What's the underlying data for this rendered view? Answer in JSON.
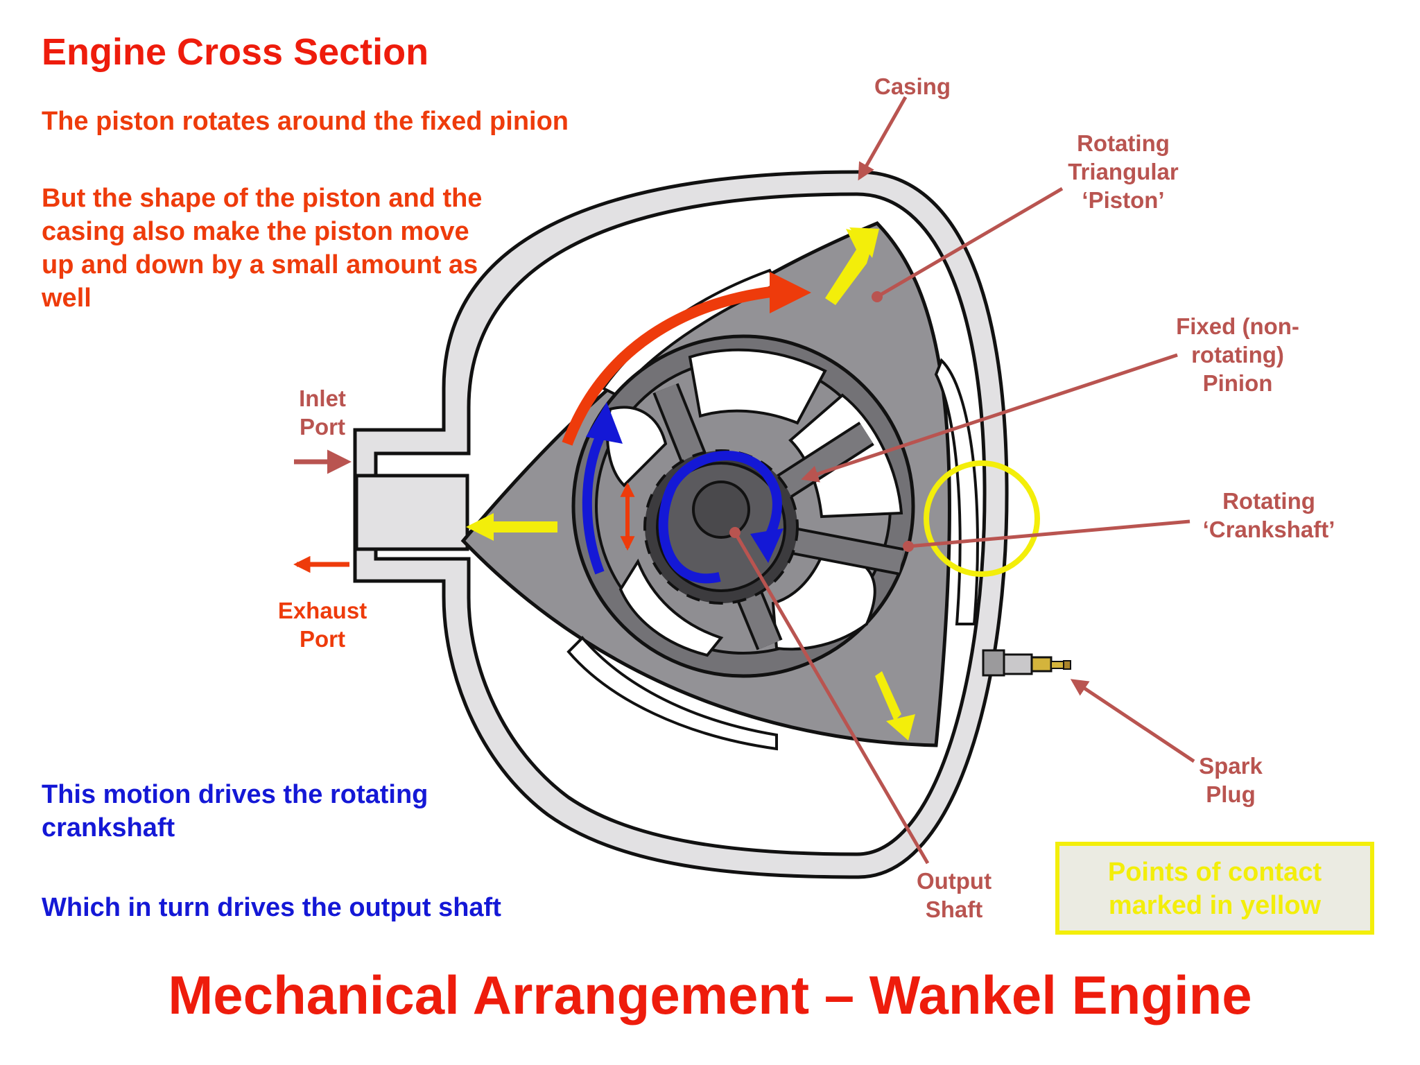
{
  "heading": "Engine Cross Section",
  "description": {
    "line1": "The piston rotates around the fixed pinion",
    "para": "But the shape of the piston and the casing also make the piston move up and down by a small amount as well",
    "blue1": "This motion drives the rotating crankshaft",
    "blue2": "Which in turn drives the output shaft"
  },
  "labels": {
    "casing": "Casing",
    "piston": [
      "Rotating",
      "Triangular",
      "‘Piston’"
    ],
    "pinion": [
      "Fixed (non-",
      "rotating)",
      "Pinion"
    ],
    "crankshaft": [
      "Rotating",
      "‘Crankshaft’"
    ],
    "inlet": [
      "Inlet",
      "Port"
    ],
    "exhaust": [
      "Exhaust",
      "Port"
    ],
    "spark": [
      "Spark",
      "Plug"
    ],
    "output": [
      "Output",
      "Shaft"
    ]
  },
  "contact_note": "Points of contact marked in yellow",
  "title": "Mechanical Arrangement – Wankel Engine",
  "colors": {
    "red_text": "#ee1c0c",
    "orange_text": "#ee3b0b",
    "blue_text": "#1418d6",
    "label": "#b95450",
    "yellow": "#f3ee0a"
  }
}
